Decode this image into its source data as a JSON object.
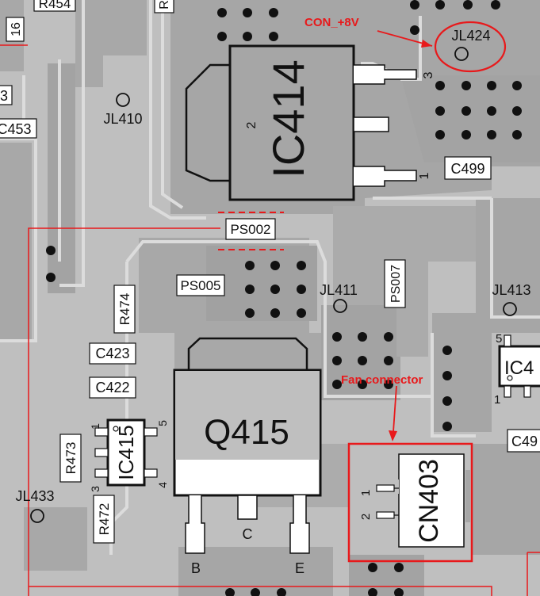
{
  "colors": {
    "board": "#bfbfbf",
    "copper_dark": "#a5a5a5",
    "trace_light": "#d9d9d9",
    "annotation": "#e8191b",
    "silkscreen": "#111111"
  },
  "components": {
    "r454": "R454",
    "r_top": "R",
    "pin16": "16",
    "c453": "C453",
    "c453_left": "3",
    "jl410": "JL410",
    "ic414": "IC414",
    "ic414_pin2": "2",
    "ic414_pin3": "3",
    "ic414_pin1": "1",
    "c499": "C499",
    "jl424": "JL424",
    "ps002": "PS002",
    "ps005": "PS005",
    "jl411": "JL411",
    "ps007": "PS007",
    "jl413": "JL413",
    "r474": "R474",
    "c423": "C423",
    "c422": "C422",
    "q415": "Q415",
    "ic415": "IC415",
    "ic415_pin1": "1",
    "ic415_pin3": "3",
    "ic415_pin4": "4",
    "ic415_pin5": "5",
    "r473": "R473",
    "r472": "R472",
    "jl433": "JL433",
    "cn403": "CN403",
    "cn403_pin1": "1",
    "cn403_pin2": "2",
    "q415_b": "B",
    "q415_c": "C",
    "q415_e": "E",
    "ic4_right": "IC4",
    "ic4_pin5": "5",
    "ic4_pin1": "1",
    "c49_right": "C49"
  },
  "annotations": {
    "con_8v": "CON_+8V",
    "fan_connector": "Fan connector"
  }
}
